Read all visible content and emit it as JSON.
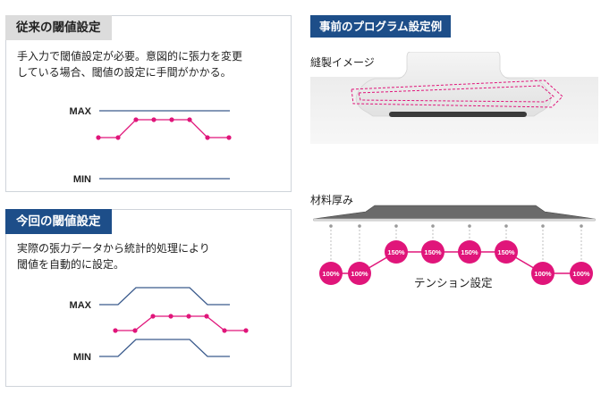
{
  "conventional": {
    "title": "従来の閾値設定",
    "description_lines": [
      "手入力で閾値設定が必要。意図的に張力を変更",
      "している場合、閾値の設定に手間がかかる。"
    ],
    "max_label": "MAX",
    "min_label": "MIN"
  },
  "current": {
    "title": "今回の閾値設定",
    "description_lines": [
      "実際の張力データから統計的処理により",
      "閾値を自動的に設定。"
    ],
    "max_label": "MAX",
    "min_label": "MIN"
  },
  "program": {
    "title": "事前のプログラム設定例",
    "sewing_image_label": "縫製イメージ",
    "material_thickness_label": "材料厚み",
    "tension_setting_label": "テンション設定",
    "tension_values": [
      "100%",
      "100%",
      "150%",
      "150%",
      "150%",
      "150%",
      "100%",
      "100%"
    ]
  },
  "colors": {
    "navy": "#1d4e89",
    "magenta": "#e0157a",
    "line_blue": "#3a5a8c",
    "gray_tag": "#dcdcdc"
  }
}
